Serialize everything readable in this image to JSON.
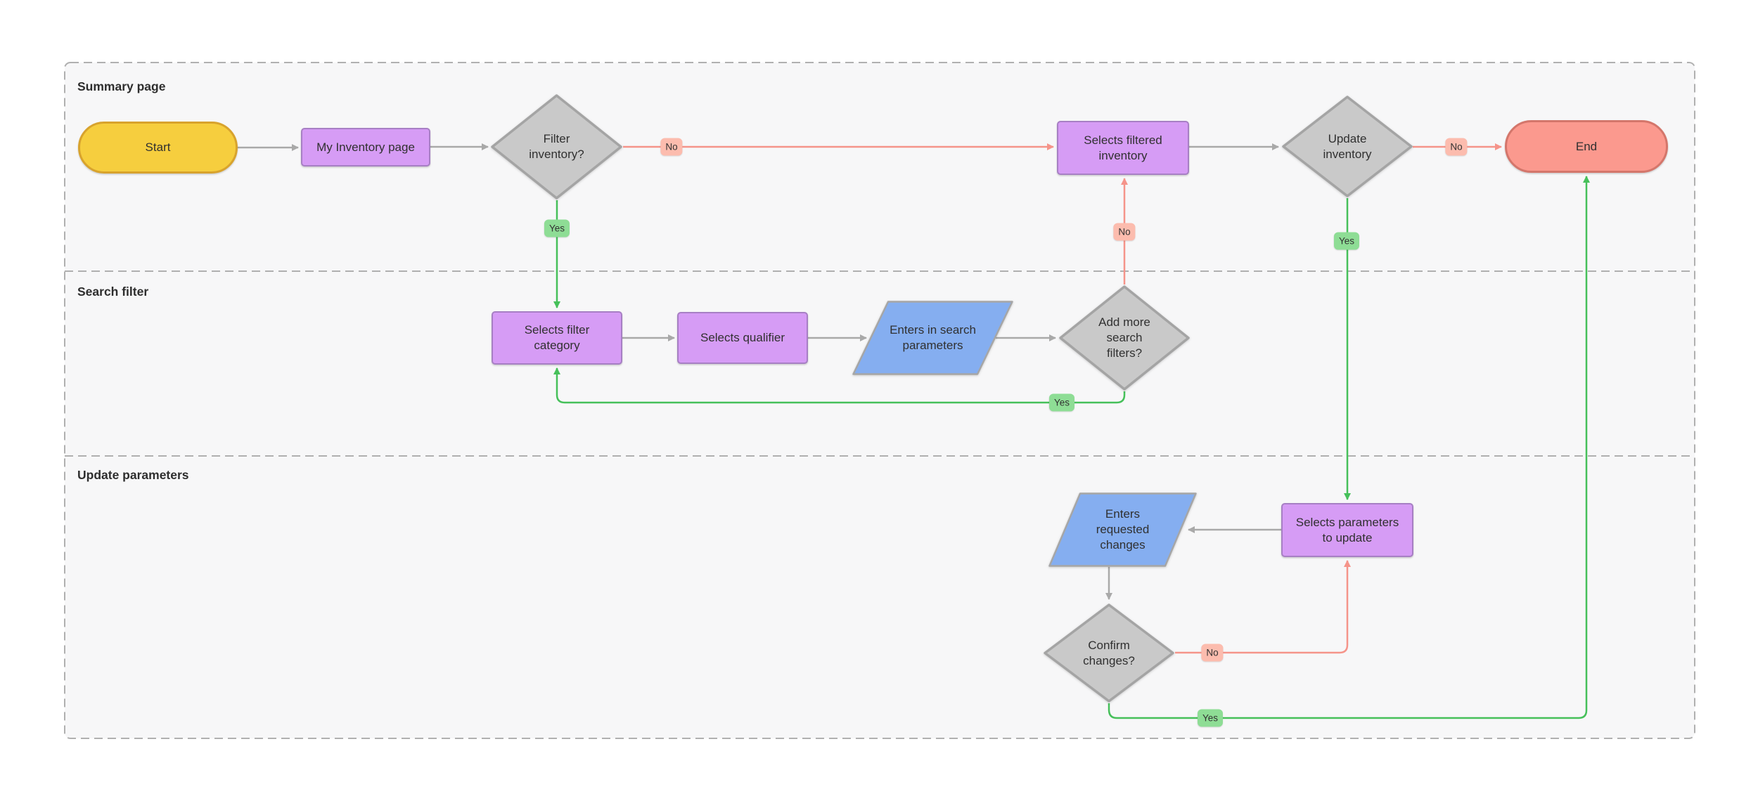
{
  "diagram": {
    "lanes": [
      {
        "label": "Summary page"
      },
      {
        "label": "Search filter"
      },
      {
        "label": "Update parameters"
      }
    ],
    "nodes": {
      "start": {
        "label": "Start",
        "type": "start-terminator"
      },
      "my_inventory": {
        "label": "My Inventory page",
        "type": "process"
      },
      "filter_inventory": {
        "label": "Filter inventory?",
        "type": "decision"
      },
      "selects_filtered": {
        "label": "Selects filtered inventory",
        "type": "process"
      },
      "update_inventory": {
        "label": "Update inventory",
        "type": "decision"
      },
      "end": {
        "label": "End",
        "type": "end-terminator"
      },
      "selects_filter_category": {
        "label": "Selects filter category",
        "type": "process"
      },
      "selects_qualifier": {
        "label": "Selects qualifier",
        "type": "process"
      },
      "enters_search_parameters": {
        "label": "Enters in search parameters",
        "type": "input-output"
      },
      "add_more_filters": {
        "label": "Add more search filters?",
        "type": "decision"
      },
      "enters_requested_changes": {
        "label": "Enters requested changes",
        "type": "input-output"
      },
      "selects_parameters": {
        "label": "Selects parameters to update",
        "type": "process"
      },
      "confirm_changes": {
        "label": "Confirm changes?",
        "type": "decision"
      }
    },
    "edges": [
      {
        "from": "start",
        "to": "my_inventory",
        "label": ""
      },
      {
        "from": "my_inventory",
        "to": "filter_inventory",
        "label": ""
      },
      {
        "from": "filter_inventory",
        "to": "selects_filtered",
        "label": "No"
      },
      {
        "from": "filter_inventory",
        "to": "selects_filter_category",
        "label": "Yes"
      },
      {
        "from": "selects_filter_category",
        "to": "selects_qualifier",
        "label": ""
      },
      {
        "from": "selects_qualifier",
        "to": "enters_search_parameters",
        "label": ""
      },
      {
        "from": "enters_search_parameters",
        "to": "add_more_filters",
        "label": ""
      },
      {
        "from": "add_more_filters",
        "to": "selects_filter_category",
        "label": "Yes"
      },
      {
        "from": "add_more_filters",
        "to": "selects_filtered",
        "label": "No"
      },
      {
        "from": "selects_filtered",
        "to": "update_inventory",
        "label": ""
      },
      {
        "from": "update_inventory",
        "to": "end",
        "label": "No"
      },
      {
        "from": "update_inventory",
        "to": "selects_parameters",
        "label": "Yes"
      },
      {
        "from": "selects_parameters",
        "to": "enters_requested_changes",
        "label": ""
      },
      {
        "from": "enters_requested_changes",
        "to": "confirm_changes",
        "label": ""
      },
      {
        "from": "confirm_changes",
        "to": "selects_parameters",
        "label": "No"
      },
      {
        "from": "confirm_changes",
        "to": "end",
        "label": "Yes"
      }
    ],
    "colors": {
      "canvas_bg": "#ffffff",
      "lane_bg": "#f7f7f8",
      "lane_border": "#b0b0b0",
      "process_fill": "#d69cf5",
      "process_border": "#a77fc4",
      "decision_fill": "#c9c9c9",
      "decision_border": "#a4a4a4",
      "input_fill": "#85aef0",
      "input_border": "#a6a6a6",
      "start_fill": "#f6ce3e",
      "start_border": "#d8a32d",
      "end_fill": "#fb998e",
      "end_border": "#d4766b",
      "edge_gray": "#a9a9a9",
      "edge_green": "#46c05a",
      "edge_red": "#f5948a",
      "label_yes_bg": "#8edd95",
      "label_no_bg": "#fcbcae",
      "text": "#303030"
    }
  }
}
